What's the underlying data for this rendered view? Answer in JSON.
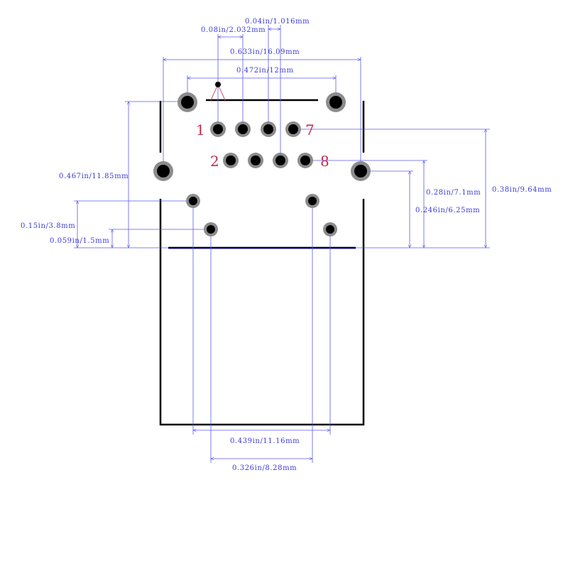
{
  "colors": {
    "dimension": "#5a5af0",
    "dimension_text": "#3b3bd9",
    "outline": "#000000",
    "pad_ring": "#8c8c8c",
    "pad_hole": "#000000",
    "pin_label": "#c0284d",
    "marker": "#d2506e"
  },
  "dimensions": {
    "d_0_04": "0.04in/1.016mm",
    "d_0_08": "0.08in/2.032mm",
    "d_0_633": "0.633in/16.09mm",
    "d_0_472": "0.472in/12mm",
    "d_0_467": "0.467in/11.85mm",
    "d_0_15": "0.15in/3.8mm",
    "d_0_059": "0.059in/1.5mm",
    "d_0_28": "0.28in/7.1mm",
    "d_0_246": "0.246in/6.25mm",
    "d_0_38": "0.38in/9.64mm",
    "d_0_439": "0.439in/11.16mm",
    "d_0_326": "0.326in/8.28mm"
  },
  "pin_labels": {
    "p1": "1",
    "p2": "2",
    "p7": "7",
    "p8": "8"
  },
  "pads": [
    {
      "name": "pad-1",
      "id": "1"
    },
    {
      "name": "pad-3",
      "id": "3"
    },
    {
      "name": "pad-5",
      "id": "5"
    },
    {
      "name": "pad-7",
      "id": "7"
    },
    {
      "name": "pad-2",
      "id": "2"
    },
    {
      "name": "pad-4",
      "id": "4"
    },
    {
      "name": "pad-6",
      "id": "6"
    },
    {
      "name": "pad-8",
      "id": "8"
    },
    {
      "name": "pad-9",
      "id": "9"
    },
    {
      "name": "pad-10",
      "id": "10"
    },
    {
      "name": "pad-11",
      "id": "11"
    },
    {
      "name": "pad-12",
      "id": "12"
    },
    {
      "name": "pad-13",
      "id": "13"
    },
    {
      "name": "pad-14",
      "id": "14"
    },
    {
      "name": "pad-15",
      "id": "15"
    },
    {
      "name": "pad-16",
      "id": "16"
    }
  ]
}
